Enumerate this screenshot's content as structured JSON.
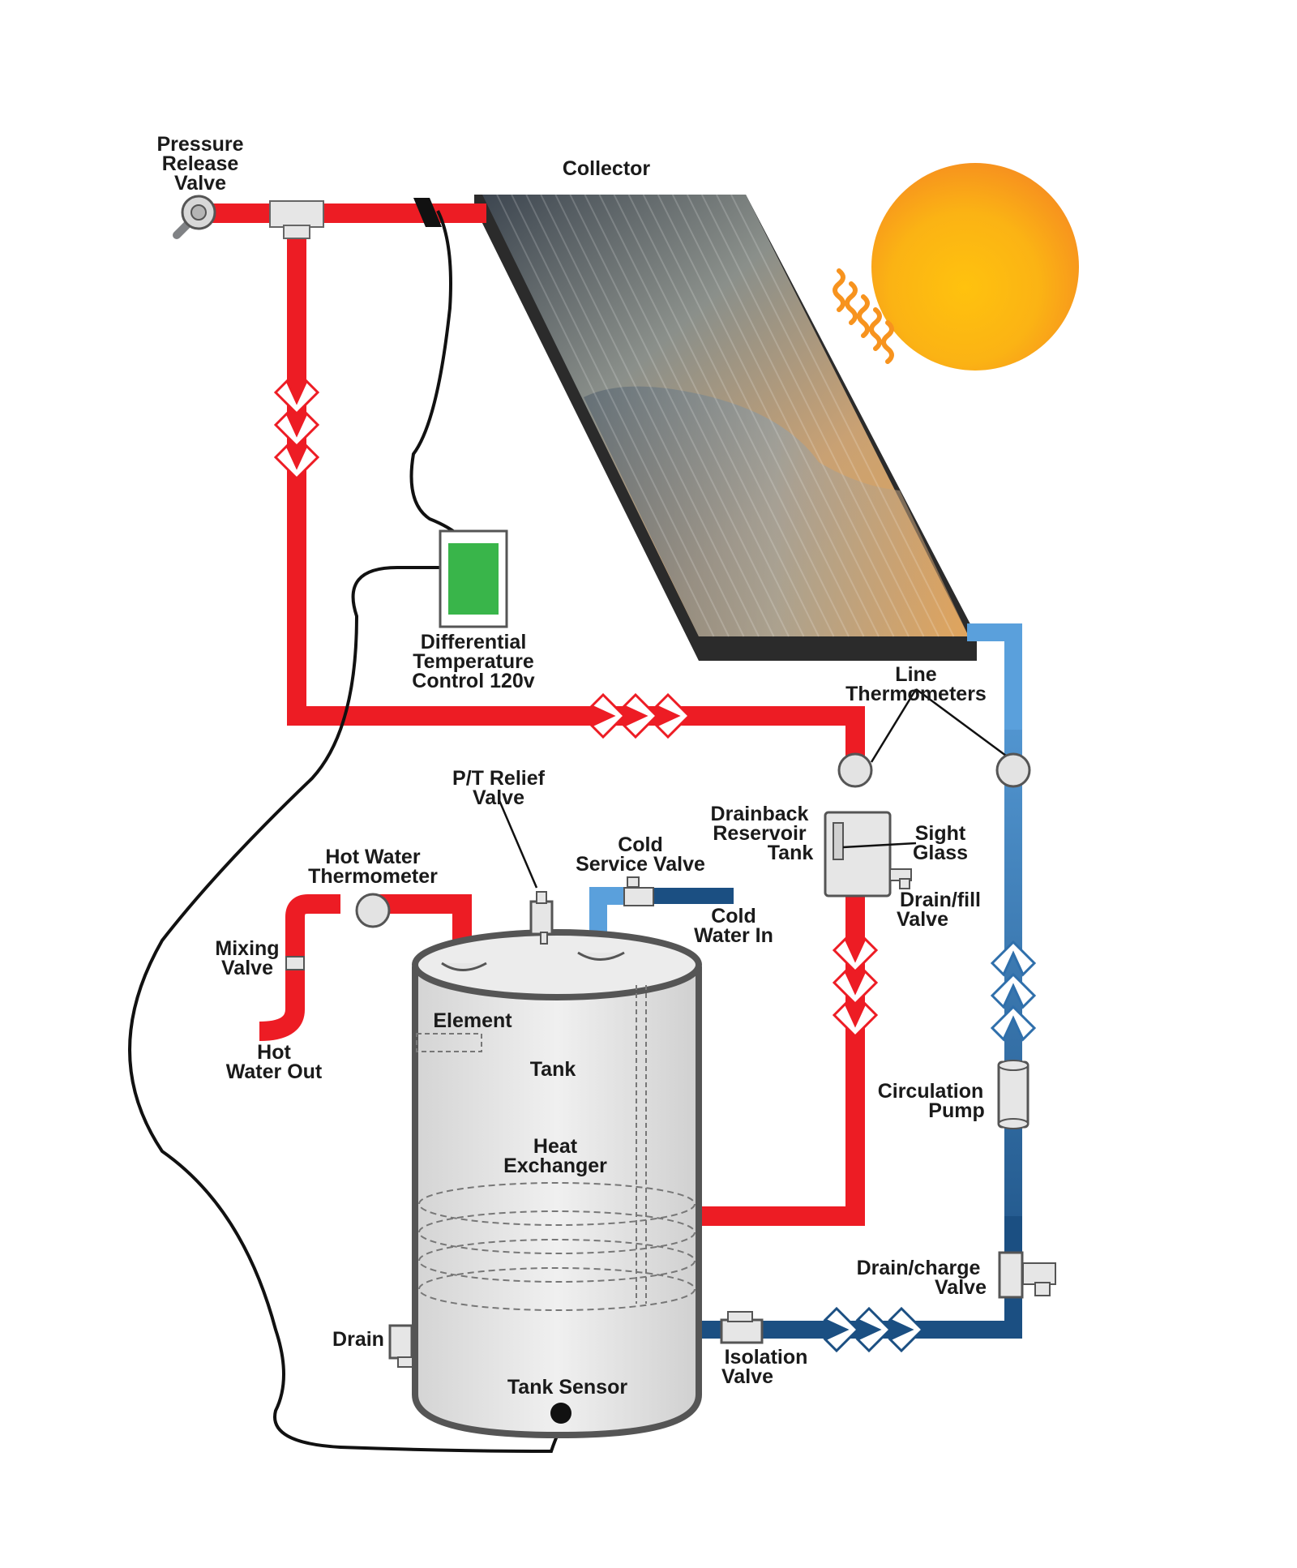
{
  "diagram": {
    "colors": {
      "hot_pipe": "#ed1c24",
      "cold_pipe_light": "#5aa0dc",
      "cold_pipe_dark": "#1b4f82",
      "controller_screen": "#39b54a",
      "sun_outer": "#f7931e",
      "sun_inner": "#ffc20e",
      "wire": "#111111",
      "tank_fill": "#e8e8e8"
    },
    "labels": {
      "pressure_release_valve": [
        "Pressure",
        "Release",
        "Valve"
      ],
      "collector": "Collector",
      "differential_control": [
        "Differential",
        "Temperature",
        "Control 120v"
      ],
      "line_thermometers": [
        "Line",
        "Thermometers"
      ],
      "pt_relief_valve": [
        "P/T Relief",
        "Valve"
      ],
      "cold_service_valve": [
        "Cold",
        "Service Valve"
      ],
      "cold_water_in": [
        "Cold",
        "Water In"
      ],
      "hot_water_thermometer": [
        "Hot Water",
        "Thermometer"
      ],
      "mixing_valve": [
        "Mixing",
        "Valve"
      ],
      "hot_water_out": [
        "Hot",
        "Water Out"
      ],
      "drainback_tank": [
        "Drainback",
        "Reservoir",
        "Tank"
      ],
      "sight_glass": [
        "Sight",
        "Glass"
      ],
      "drain_fill_valve": [
        "Drain/fill",
        "Valve"
      ],
      "element": "Element",
      "tank": "Tank",
      "heat_exchanger": [
        "Heat",
        "Exchanger"
      ],
      "circulation_pump": [
        "Circulation",
        "Pump"
      ],
      "drain_charge_valve": [
        "Drain/charge",
        "Valve"
      ],
      "drain": "Drain",
      "isolation_valve": [
        "Isolation",
        "Valve"
      ],
      "tank_sensor": "Tank Sensor"
    },
    "icons": {
      "sun": "sun-icon",
      "flow_arrow": "chevron-arrow-icon",
      "thermometer": "gauge-icon"
    }
  }
}
